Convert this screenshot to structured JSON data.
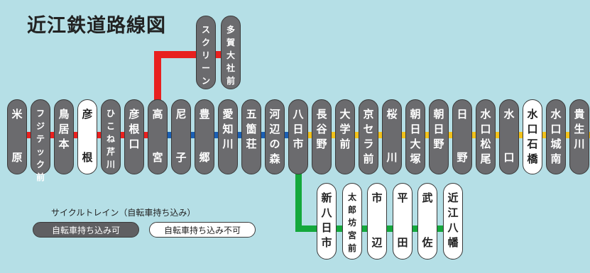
{
  "title": "近江鉄道路線図",
  "colors": {
    "background": "#b5dfe6",
    "station_dark": "#6b6b6e",
    "station_white": "#ffffff",
    "line_red": "#e8201f",
    "line_blue": "#1a5fb4",
    "line_yellow": "#f2c21b",
    "line_green": "#14a83c"
  },
  "main_line": [
    {
      "name": "米原",
      "chars": [
        "米",
        "原"
      ],
      "style": "dark"
    },
    {
      "name": "フジテック前",
      "chars": [
        "フ",
        "ジ",
        "テ",
        "ッ",
        "ク",
        "前"
      ],
      "style": "dark"
    },
    {
      "name": "鳥居本",
      "chars": [
        "鳥",
        "居",
        "本"
      ],
      "style": "dark"
    },
    {
      "name": "彦根",
      "chars": [
        "彦",
        "根"
      ],
      "style": "white"
    },
    {
      "name": "ひこね芹川",
      "chars": [
        "ひ",
        "こ",
        "ね",
        "芹",
        "川"
      ],
      "style": "dark"
    },
    {
      "name": "彦根口",
      "chars": [
        "彦",
        "根",
        "口"
      ],
      "style": "dark"
    },
    {
      "name": "高宮",
      "chars": [
        "高",
        "宮"
      ],
      "style": "dark"
    },
    {
      "name": "尼子",
      "chars": [
        "尼",
        "子"
      ],
      "style": "dark"
    },
    {
      "name": "豊郷",
      "chars": [
        "豊",
        "郷"
      ],
      "style": "dark"
    },
    {
      "name": "愛知川",
      "chars": [
        "愛",
        "知",
        "川"
      ],
      "style": "dark"
    },
    {
      "name": "五箇荘",
      "chars": [
        "五",
        "箇",
        "荘"
      ],
      "style": "dark"
    },
    {
      "name": "河辺の森",
      "chars": [
        "河",
        "辺",
        "の",
        "森"
      ],
      "style": "dark"
    },
    {
      "name": "八日市",
      "chars": [
        "八",
        "日",
        "市"
      ],
      "style": "dark"
    },
    {
      "name": "長谷野",
      "chars": [
        "長",
        "谷",
        "野"
      ],
      "style": "dark"
    },
    {
      "name": "大学前",
      "chars": [
        "大",
        "学",
        "前"
      ],
      "style": "dark"
    },
    {
      "name": "京セラ前",
      "chars": [
        "京",
        "セ",
        "ラ",
        "前"
      ],
      "style": "dark"
    },
    {
      "name": "桜川",
      "chars": [
        "桜",
        "川"
      ],
      "style": "dark"
    },
    {
      "name": "朝日大塚",
      "chars": [
        "朝",
        "日",
        "大",
        "塚"
      ],
      "style": "dark"
    },
    {
      "name": "朝日野",
      "chars": [
        "朝",
        "日",
        "野"
      ],
      "style": "dark"
    },
    {
      "name": "日野",
      "chars": [
        "日",
        "野"
      ],
      "style": "dark"
    },
    {
      "name": "水口松尾",
      "chars": [
        "水",
        "口",
        "松",
        "尾"
      ],
      "style": "dark"
    },
    {
      "name": "水口",
      "chars": [
        "水",
        "口"
      ],
      "style": "dark"
    },
    {
      "name": "水口石橋",
      "chars": [
        "水",
        "口",
        "石",
        "橋"
      ],
      "style": "white"
    },
    {
      "name": "水口城南",
      "chars": [
        "水",
        "口",
        "城",
        "南"
      ],
      "style": "dark"
    },
    {
      "name": "貴生川",
      "chars": [
        "貴",
        "生",
        "川"
      ],
      "style": "dark"
    }
  ],
  "taga_line": [
    {
      "name": "スクリーン",
      "chars": [
        "ス",
        "ク",
        "リ",
        "ー",
        "ン"
      ],
      "style": "dark"
    },
    {
      "name": "多賀大社前",
      "chars": [
        "多",
        "賀",
        "大",
        "社",
        "前"
      ],
      "style": "dark"
    }
  ],
  "yokaichi_line": [
    {
      "name": "新八日市",
      "chars": [
        "新",
        "八",
        "日",
        "市"
      ],
      "style": "white"
    },
    {
      "name": "太郎坊宮前",
      "chars": [
        "太",
        "郎",
        "坊",
        "宮",
        "前"
      ],
      "style": "white"
    },
    {
      "name": "市辺",
      "chars": [
        "市",
        "辺"
      ],
      "style": "white"
    },
    {
      "name": "平田",
      "chars": [
        "平",
        "田"
      ],
      "style": "white"
    },
    {
      "name": "武佐",
      "chars": [
        "武",
        "佐"
      ],
      "style": "white"
    },
    {
      "name": "近江八幡",
      "chars": [
        "近",
        "江",
        "八",
        "幡"
      ],
      "style": "white"
    }
  ],
  "legend": {
    "title": "サイクルトレイン（自転車持ち込み）",
    "allowed": "自転車持ち込み可",
    "not_allowed": "自転車持ち込み不可"
  }
}
